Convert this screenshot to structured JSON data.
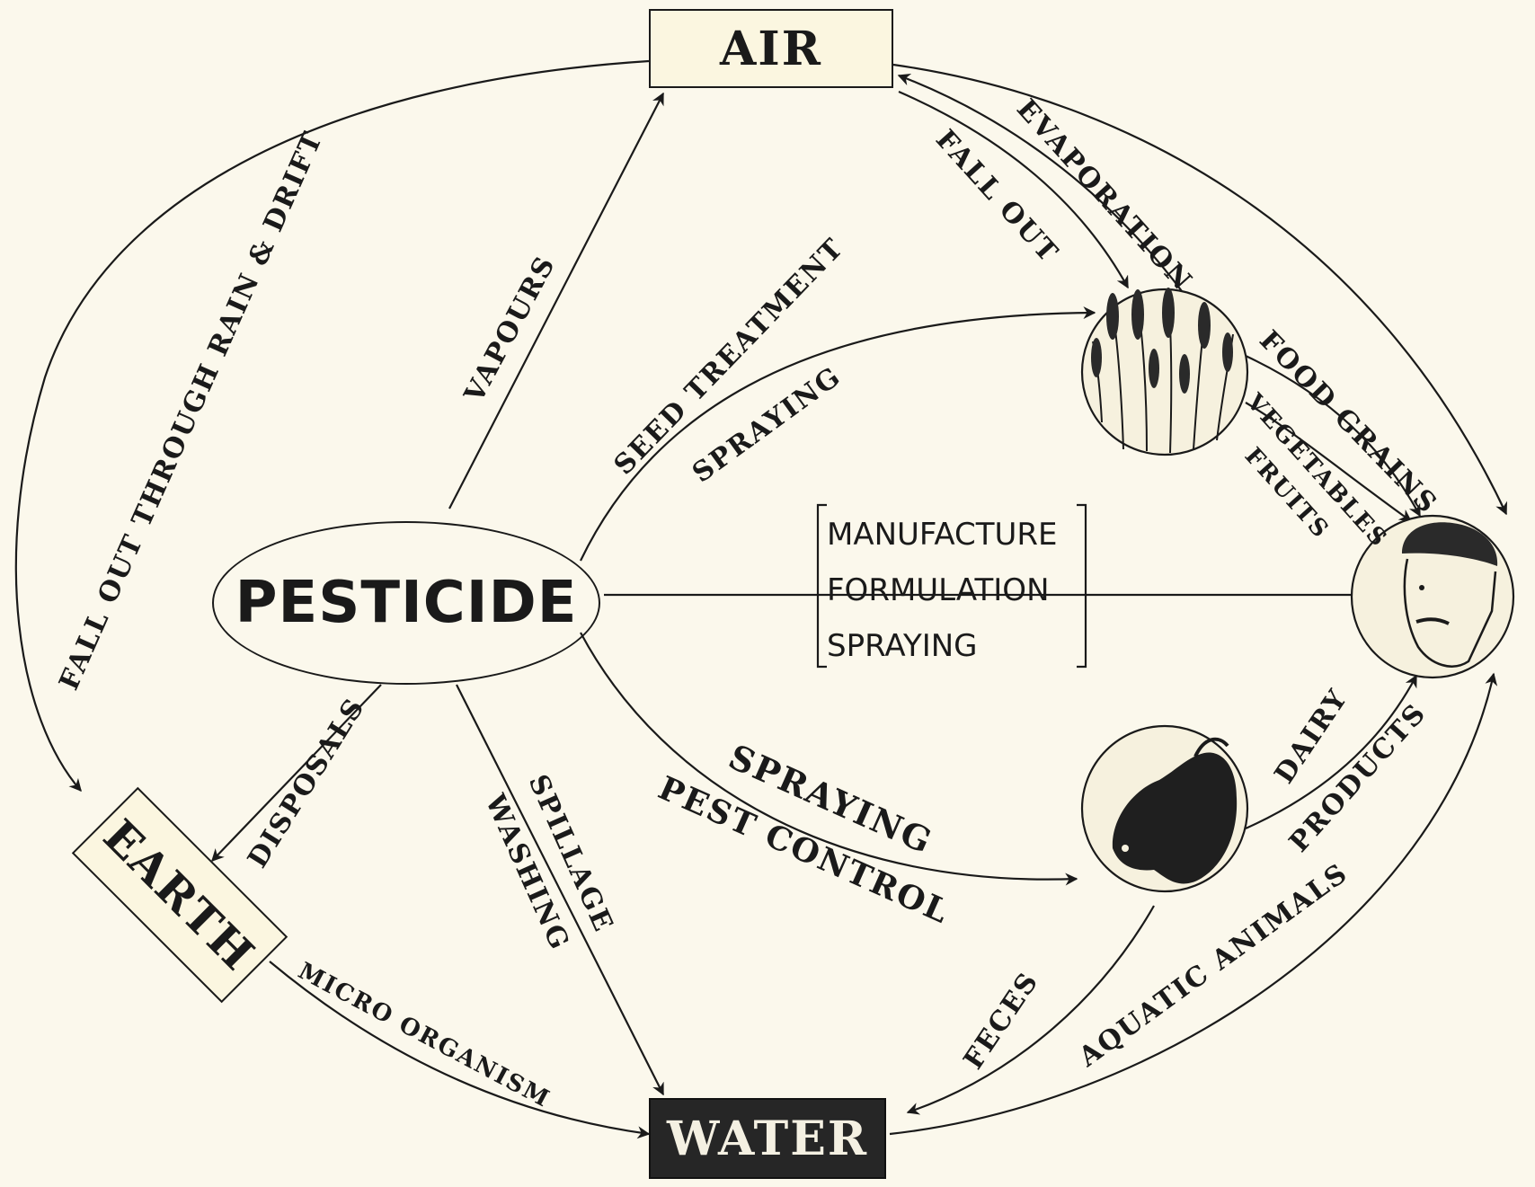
{
  "nodes": {
    "air": "AIR",
    "earth": "EARTH",
    "water": "WATER",
    "pesticide": "PESTICIDE"
  },
  "sources": [
    "MANUFACTURE",
    "FORMULATION",
    "SPRAYING"
  ],
  "labels": {
    "fallout_rain_drift": "FALL OUT THROUGH RAIN & DRIFT",
    "vapours": "VAPOURS",
    "evaporation": "EVAPORATION",
    "fall_out": "FALL OUT",
    "seed_treatment": "SEED TREATMENT",
    "spraying_crops": "SPRAYING",
    "food_grains": "FOOD GRAINS",
    "vegetables": "VEGETABLES",
    "fruits": "FRUITS",
    "disposals": "DISPOSALS",
    "spillage": "SPILLAGE",
    "washing": "WASHING",
    "spraying_cattle": "SPRAYING",
    "pest_control": "PEST CONTROL",
    "dairy": "DAIRY",
    "products": "PRODUCTS",
    "feces": "FECES",
    "aquatic_animals": "AQUATIC ANIMALS",
    "micro_organism": "MICRO ORGANISM"
  },
  "icons": {
    "crops": "wheat-crop-icon",
    "cattle": "cattle-head-icon",
    "human": "human-head-icon"
  }
}
